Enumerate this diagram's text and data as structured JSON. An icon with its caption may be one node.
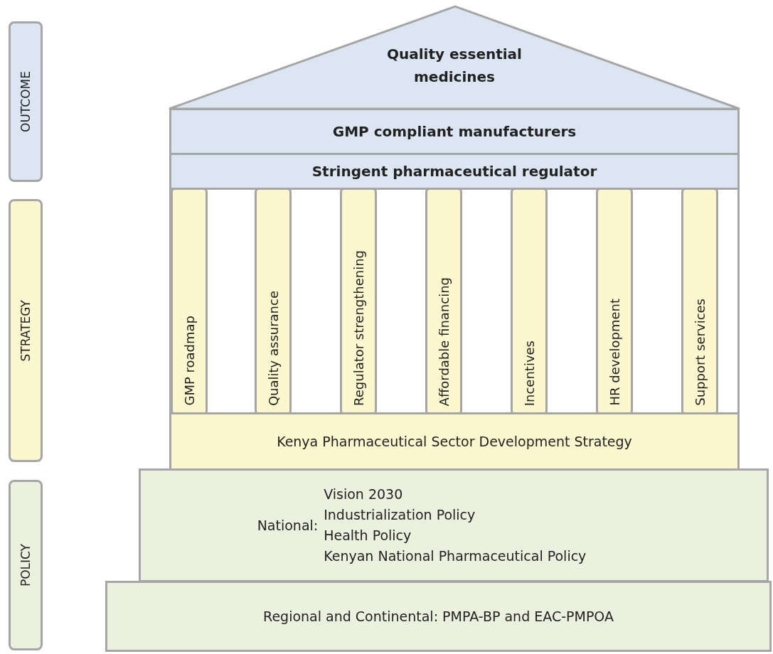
{
  "diagram": {
    "nodes": [
      {
        "text": [
          "OUTCOME"
        ]
      },
      {
        "text": [
          "STRATEGY"
        ]
      },
      {
        "text": [
          "POLICY"
        ]
      },
      {
        "text": [
          "Quality essential medicines"
        ]
      },
      {
        "text": [
          "GMP compliant manufacturers"
        ]
      },
      {
        "text": [
          "Stringent pharmaceutical regulator"
        ]
      },
      {
        "text": [
          "GMP roadmap"
        ]
      },
      {
        "text": [
          "Quality assurance"
        ]
      },
      {
        "text": [
          "Regulator strengthening"
        ]
      },
      {
        "text": [
          "Affordable financing"
        ]
      },
      {
        "text": [
          "Incentives"
        ]
      },
      {
        "text": [
          "HR development"
        ]
      },
      {
        "text": [
          "Support services"
        ]
      },
      {
        "text": [
          "Kenya Pharmaceutical Sector Development Strategy"
        ]
      },
      {
        "text": [
          "National:",
          "Vision 2030",
          "Industrialization Policy",
          "Health Policy",
          "Kenyan National Pharmaceutical Policy"
        ]
      },
      {
        "text": [
          "Regional and Continental: PMPA-BP and EAC-PMPOA"
        ]
      }
    ]
  }
}
